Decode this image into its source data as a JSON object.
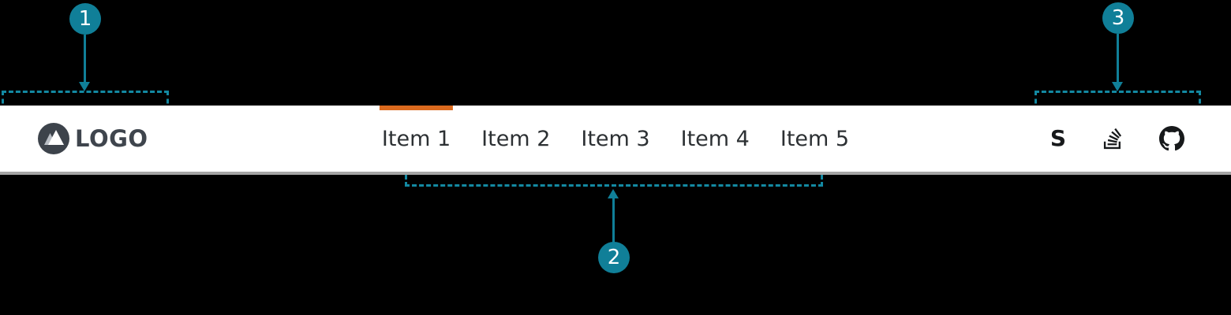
{
  "page": {
    "background_color": "#000000"
  },
  "annotations": {
    "accent_color": "#107f98",
    "callouts": [
      {
        "number": "1",
        "target": "logo-region"
      },
      {
        "number": "2",
        "target": "nav-items-region"
      },
      {
        "number": "3",
        "target": "icon-links-region"
      }
    ]
  },
  "navbar": {
    "background_color": "#ffffff",
    "bottom_border_color": "#a5a5a5",
    "active_indicator_color": "#db6a1e",
    "logo": {
      "icon": "mountain-logo-icon",
      "text": "LOGO"
    },
    "items": [
      {
        "label": "Item 1",
        "active": true
      },
      {
        "label": "Item 2",
        "active": false
      },
      {
        "label": "Item 3",
        "active": false
      },
      {
        "label": "Item 4",
        "active": false
      },
      {
        "label": "Item 5",
        "active": false
      }
    ],
    "icon_links": [
      {
        "name": "letter-s-icon",
        "glyph": "S"
      },
      {
        "name": "stack-overflow-icon"
      },
      {
        "name": "github-icon"
      }
    ]
  }
}
